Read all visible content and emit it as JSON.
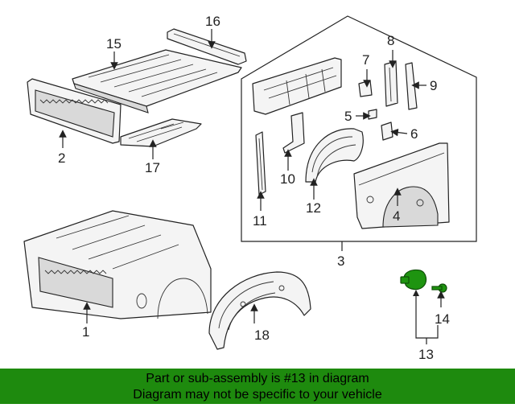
{
  "callouts": {
    "c1": "1",
    "c2": "2",
    "c3": "3",
    "c4": "4",
    "c5": "5",
    "c6": "6",
    "c7": "7",
    "c8": "8",
    "c9": "9",
    "c10": "10",
    "c11": "11",
    "c12": "12",
    "c13": "13",
    "c14": "14",
    "c15": "15",
    "c16": "16",
    "c17": "17",
    "c18": "18"
  },
  "highlight_color": "#1e9410",
  "banner": {
    "line1": "Part or sub-assembly is #13 in diagram",
    "line2": "Diagram may not be specific to your vehicle",
    "background": "#1e8a0e"
  }
}
